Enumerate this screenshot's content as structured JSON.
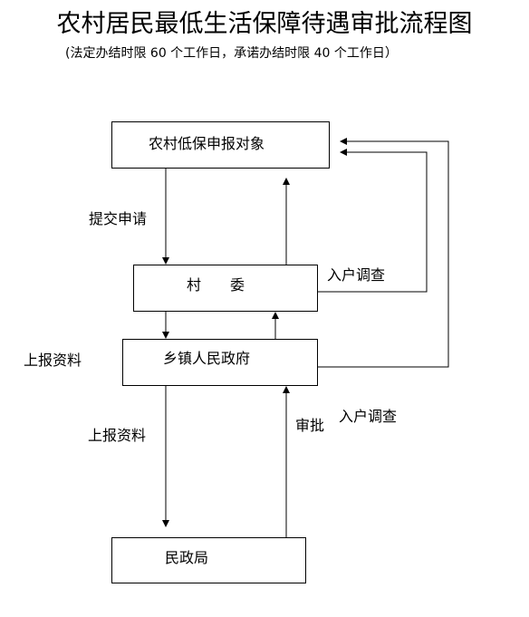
{
  "title": "农村居民最低生活保障待遇审批流程图",
  "subtitle": "(法定办结时限 60 个工作日，承诺办结时限 40 个工作日）",
  "nodes": {
    "applicant": "农村低保申报对象",
    "village": "村　　委",
    "township": "乡镇人民政府",
    "civil_affairs": "民政局"
  },
  "edge_labels": {
    "submit_application": "提交申请",
    "household_survey_village": "入户调查",
    "report_materials_township": "上报资料",
    "report_materials_civil": "上报资料",
    "approve": "审批",
    "household_survey_civil": "入户调查"
  }
}
